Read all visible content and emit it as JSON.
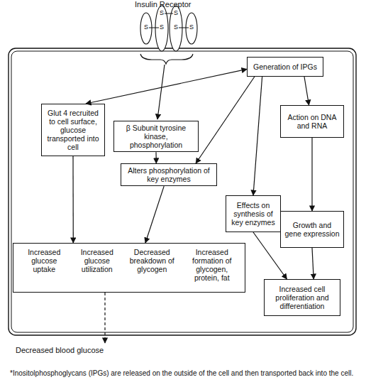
{
  "diagram": {
    "nodes": [
      {
        "text": [
          "Generation of IPGs"
        ]
      },
      {
        "text": [
          "Glut 4 recruited to cell surface, glucose transported into cell"
        ]
      },
      {
        "text": [
          "β Subunit tyrosine kinase, phosphorylation"
        ]
      },
      {
        "text": [
          "Action on DNA and RNA"
        ]
      },
      {
        "text": [
          "Alters phosphorylation of key enzymes"
        ]
      },
      {
        "text": [
          "Effects on synthesis of key enzymes"
        ]
      },
      {
        "text": [
          "Growth and gene expression"
        ]
      },
      {
        "text": [
          "Increased glucose uptake",
          "Increased glucose utilization",
          "Decreased breakdown of glycogen",
          "Increased formation of glycogen, protein, fat"
        ]
      },
      {
        "text": [
          "Increased cell proliferation and differentiation"
        ]
      }
    ],
    "edges": [
      {
        "from": 0,
        "to": 1,
        "arrow": "both"
      },
      {
        "from": 0,
        "to": 4,
        "arrow": "to"
      },
      {
        "from": 0,
        "to": 5,
        "arrow": "to"
      },
      {
        "from": 0,
        "to": 3,
        "arrow": "to"
      },
      {
        "from": 1,
        "to": 7,
        "arrow": "to"
      },
      {
        "from": 2,
        "to": 4,
        "arrow": "to"
      },
      {
        "from": 4,
        "to": 7,
        "arrow": "to"
      },
      {
        "from": 3,
        "to": 6,
        "arrow": "to"
      },
      {
        "from": 5,
        "to": 8,
        "arrow": "to"
      },
      {
        "from": 6,
        "to": 8,
        "arrow": "to"
      }
    ],
    "labels": [
      "Insulin Receptor",
      "S",
      "S",
      "S",
      "S",
      "S",
      "S",
      "Decreased blood glucose",
      "*Inositolphosphoglycans (IPGs) are released on the outside of the cell and then transported back into the cell."
    ]
  }
}
